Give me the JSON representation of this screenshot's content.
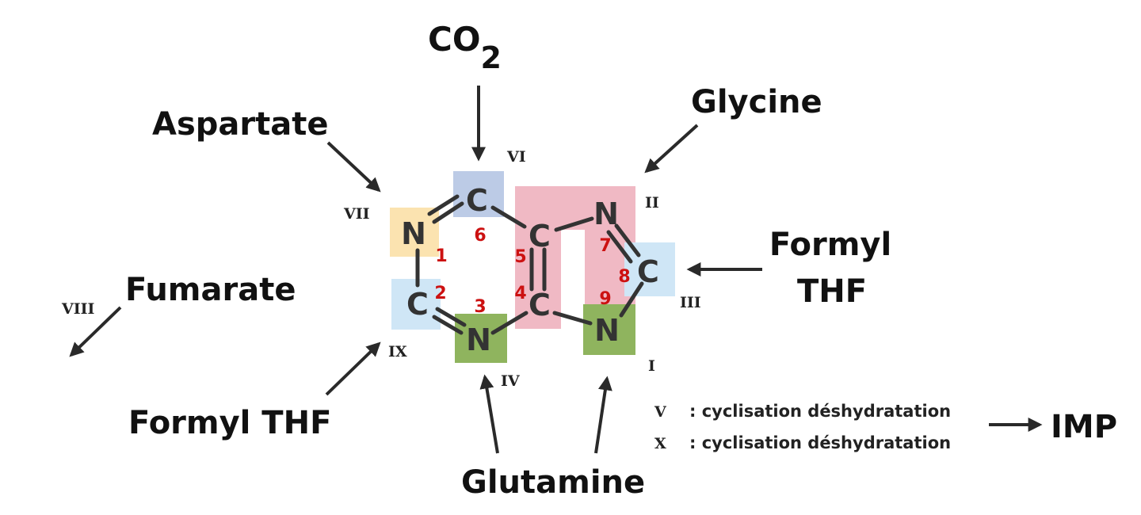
{
  "sources": {
    "co2": "CO",
    "co2_sub": "2",
    "aspartate": "Aspartate",
    "glycine": "Glycine",
    "formyl_right_1": "Formyl",
    "formyl_right_2": "THF",
    "fumarate": "Fumarate",
    "formyl_left": "Formyl THF",
    "glutamine": "Glutamine",
    "imp": "IMP"
  },
  "atoms": {
    "n1": "N",
    "c2": "C",
    "n3": "N",
    "c4": "C",
    "c5": "C",
    "c6": "C",
    "n7": "N",
    "c8": "C",
    "n9": "N"
  },
  "numbers": {
    "n1": "1",
    "n2": "2",
    "n3": "3",
    "n4": "4",
    "n5": "5",
    "n6": "6",
    "n7": "7",
    "n8": "8",
    "n9": "9"
  },
  "steps": {
    "i": "I",
    "ii": "II",
    "iii": "III",
    "iv": "IV",
    "vi": "VI",
    "vii": "VII",
    "viii": "VIII",
    "ix": "IX"
  },
  "notes": [
    {
      "step": "V",
      "text": ": cyclisation déshydratation"
    },
    {
      "step": "X",
      "text": ": cyclisation déshydratation"
    }
  ],
  "colors": {
    "yellow": "#fbe3b0",
    "light_blue": "#cfe6f6",
    "lavender": "#bccbe6",
    "green": "#8fb45e",
    "pink": "#f0b9c4",
    "number_red": "#cc1111"
  }
}
